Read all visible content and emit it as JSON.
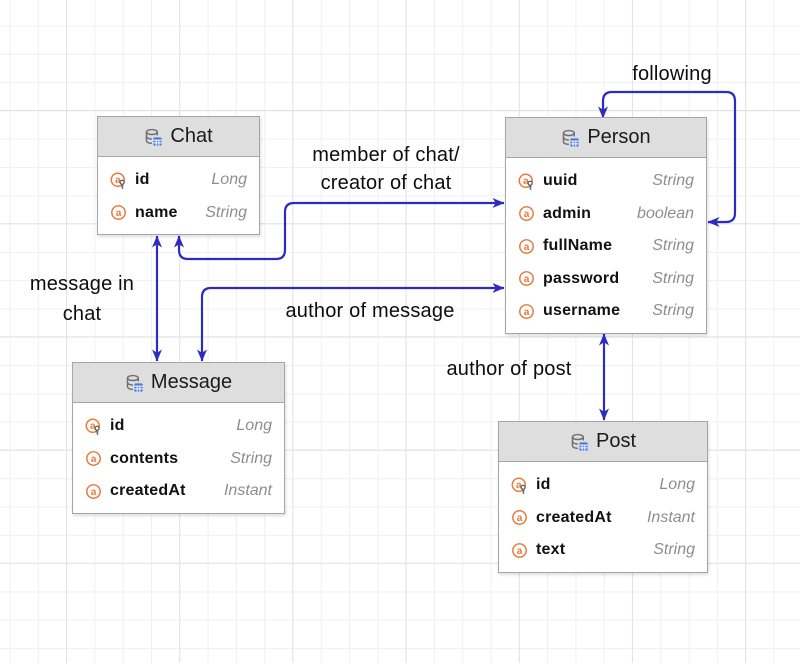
{
  "entities": {
    "chat": {
      "title": "Chat",
      "fields": [
        {
          "name": "id",
          "type": "Long",
          "primary_key": true
        },
        {
          "name": "name",
          "type": "String",
          "primary_key": false
        }
      ]
    },
    "person": {
      "title": "Person",
      "fields": [
        {
          "name": "uuid",
          "type": "String",
          "primary_key": true
        },
        {
          "name": "admin",
          "type": "boolean",
          "primary_key": false
        },
        {
          "name": "fullName",
          "type": "String",
          "primary_key": false
        },
        {
          "name": "password",
          "type": "String",
          "primary_key": false
        },
        {
          "name": "username",
          "type": "String",
          "primary_key": false
        }
      ]
    },
    "message": {
      "title": "Message",
      "fields": [
        {
          "name": "id",
          "type": "Long",
          "primary_key": true
        },
        {
          "name": "contents",
          "type": "String",
          "primary_key": false
        },
        {
          "name": "createdAt",
          "type": "Instant",
          "primary_key": false
        }
      ]
    },
    "post": {
      "title": "Post",
      "fields": [
        {
          "name": "id",
          "type": "Long",
          "primary_key": true
        },
        {
          "name": "createdAt",
          "type": "Instant",
          "primary_key": false
        },
        {
          "name": "text",
          "type": "String",
          "primary_key": false
        }
      ]
    }
  },
  "relationships": {
    "following": {
      "label": "following",
      "from": "Person",
      "to": "Person"
    },
    "member_creator": {
      "line1": "member of chat/",
      "line2": "creator of chat",
      "from": "Chat",
      "to": "Person"
    },
    "message_in_chat": {
      "line1": "message in",
      "line2": "chat",
      "from": "Chat",
      "to": "Message"
    },
    "author_of_message": {
      "label": "author of message",
      "from": "Message",
      "to": "Person"
    },
    "author_of_post": {
      "label": "author of post",
      "from": "Person",
      "to": "Post"
    }
  },
  "icons": {
    "entity_header": "database-table-icon",
    "attribute": "a-circle-icon",
    "primary_key": "a-circle-key-icon"
  },
  "colors": {
    "arrow": "#2c2cc2",
    "header_bg": "#dedede",
    "entity_border": "#a6a6a6",
    "attribute_orange": "#e8793c",
    "type_gray": "#8e8e8e",
    "table_icon_blue": "#4a7ae0"
  }
}
